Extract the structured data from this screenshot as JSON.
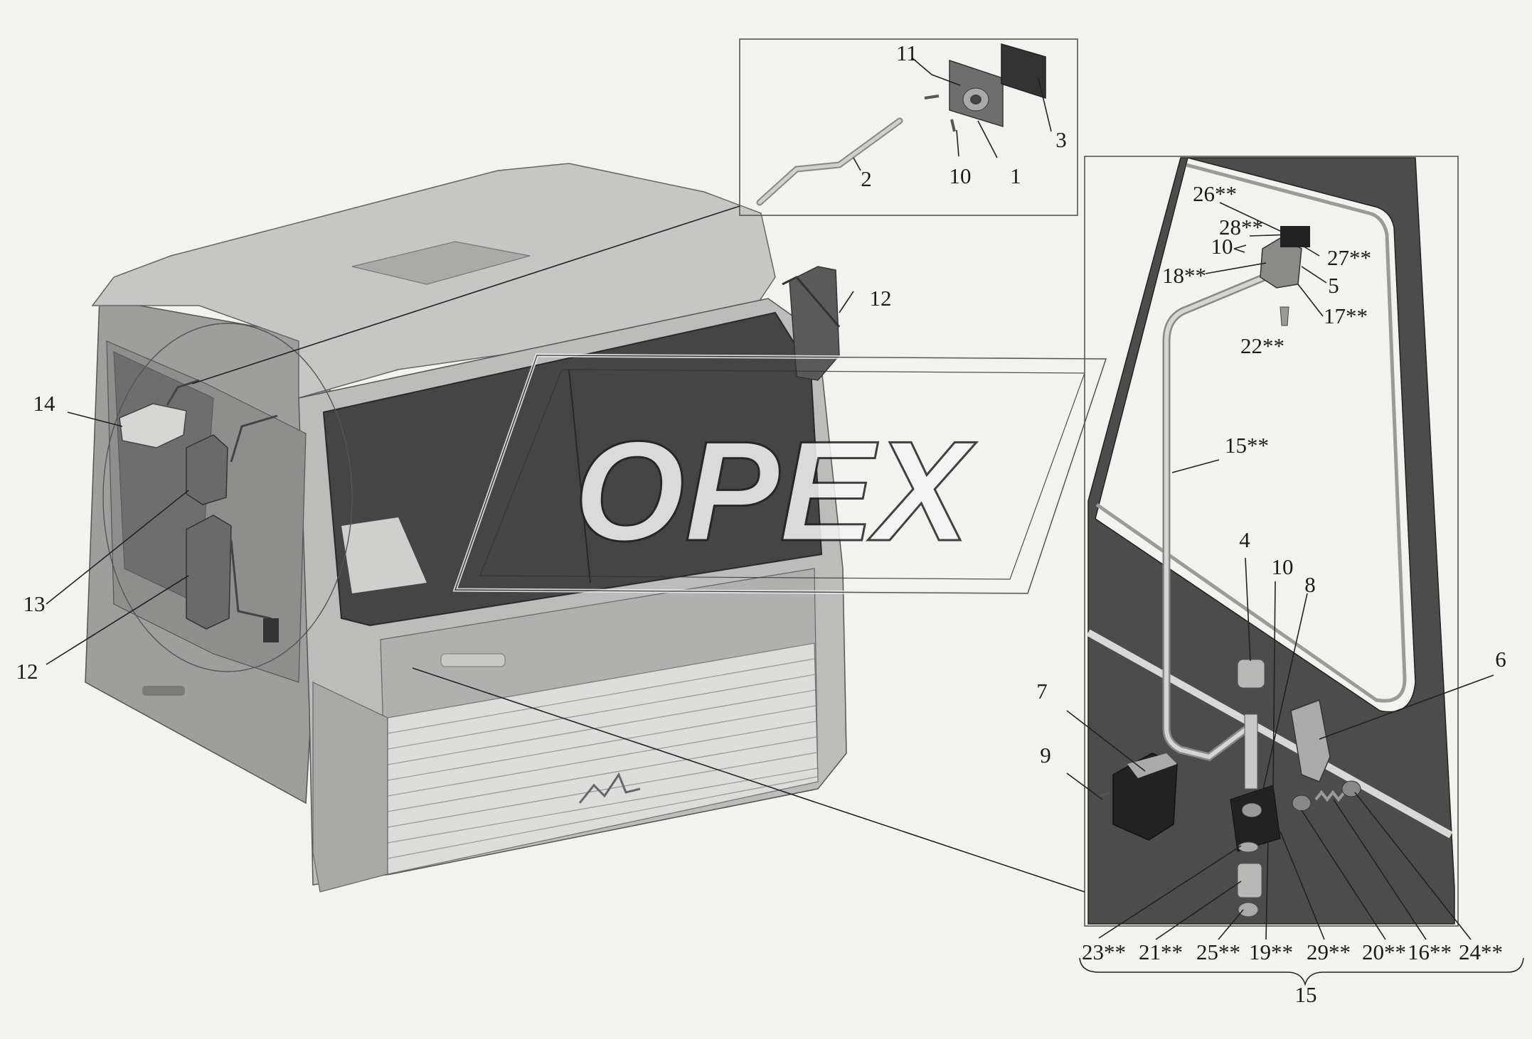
{
  "watermark": "OPEX",
  "callouts": [
    {
      "id": "c-11-top",
      "text": "11"
    },
    {
      "id": "c-3",
      "text": "3"
    },
    {
      "id": "c-2",
      "text": "2"
    },
    {
      "id": "c-10-top",
      "text": "10"
    },
    {
      "id": "c-1",
      "text": "1"
    },
    {
      "id": "c-12-right",
      "text": "12"
    },
    {
      "id": "c-14",
      "text": "14"
    },
    {
      "id": "c-13",
      "text": "13"
    },
    {
      "id": "c-12-left",
      "text": "12"
    },
    {
      "id": "c-26",
      "text": "26**"
    },
    {
      "id": "c-28",
      "text": "28**"
    },
    {
      "id": "c-10-mid",
      "text": "10"
    },
    {
      "id": "c-27",
      "text": "27**"
    },
    {
      "id": "c-18",
      "text": "18**"
    },
    {
      "id": "c-5",
      "text": "5"
    },
    {
      "id": "c-17",
      "text": "17**"
    },
    {
      "id": "c-22",
      "text": "22**"
    },
    {
      "id": "c-15-stars",
      "text": "15**"
    },
    {
      "id": "c-4",
      "text": "4"
    },
    {
      "id": "c-10-low",
      "text": "10"
    },
    {
      "id": "c-8",
      "text": "8"
    },
    {
      "id": "c-6",
      "text": "6"
    },
    {
      "id": "c-7",
      "text": "7"
    },
    {
      "id": "c-9",
      "text": "9"
    },
    {
      "id": "c-23",
      "text": "23**"
    },
    {
      "id": "c-21",
      "text": "21**"
    },
    {
      "id": "c-25",
      "text": "25**"
    },
    {
      "id": "c-19",
      "text": "19**"
    },
    {
      "id": "c-29",
      "text": "29**"
    },
    {
      "id": "c-20",
      "text": "20**"
    },
    {
      "id": "c-16",
      "text": "16**"
    },
    {
      "id": "c-24",
      "text": "24**"
    },
    {
      "id": "c-15",
      "text": "15"
    }
  ],
  "colors": {
    "background": "#f2f2ee",
    "cab_body": "#bcbcba",
    "cab_light": "#d6d6d4",
    "cab_dark": "#6e6e6e",
    "door_panel": "#4c4c4c",
    "glass": "#454545",
    "grille": "#dcdcda",
    "leader_line": "#222222"
  }
}
